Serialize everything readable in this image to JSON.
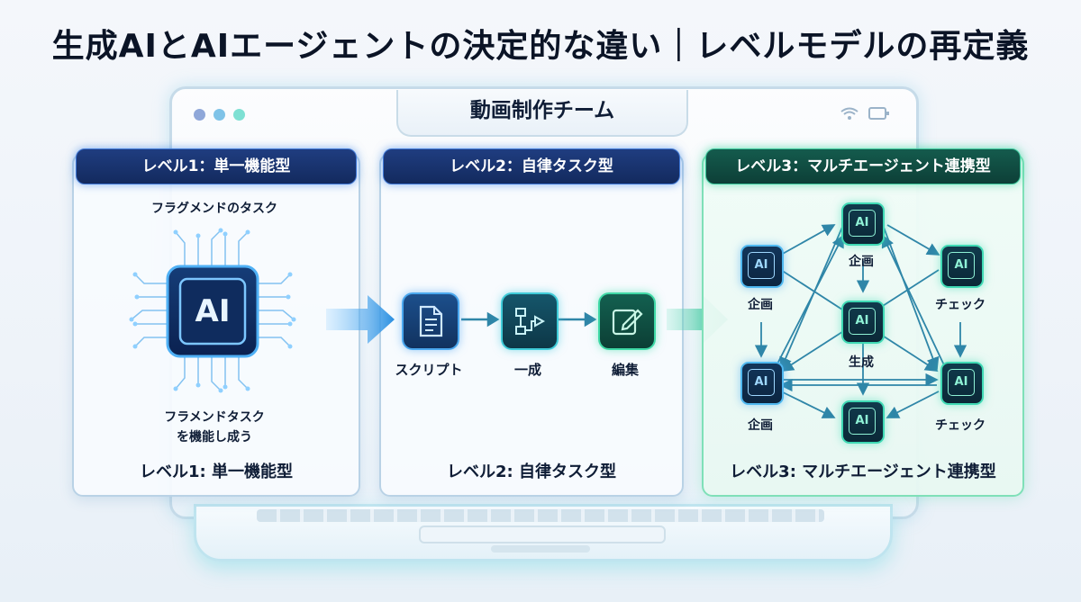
{
  "title": "生成AIとAIエージェントの決定的な違い｜レベルモデルの再定義",
  "team_label": "動画制作チーム",
  "panels": [
    {
      "header": "レベル1：単一機能型",
      "footer": "レベル1: 単一機能型",
      "top_text": "フラグメンドのタスク",
      "bottom_text_1": "フラメンドタスク",
      "bottom_text_2": "を機能し成う",
      "chip_text": "AI"
    },
    {
      "header": "レベル2：自律タスク型",
      "footer": "レベル2: 自律タスク型",
      "steps": [
        {
          "label": "スクリプト",
          "icon": "document-icon"
        },
        {
          "label": "一成",
          "icon": "flowchart-icon"
        },
        {
          "label": "編集",
          "icon": "edit-icon"
        }
      ]
    },
    {
      "header": "レベル3：マルチエージェント連携型",
      "footer": "レベル3: マルチエージェント連携型",
      "node_text": "AI",
      "node_labels": {
        "top": "企画",
        "left_upper": "企画",
        "right_upper": "チェック",
        "center": "生成",
        "left_lower": "企画",
        "right_lower": "チェック",
        "bottom": ""
      }
    }
  ],
  "colors": {
    "accent_blue": "#1f3d80",
    "accent_green": "#145b4d",
    "node_green": "#3fd9b4",
    "node_blue": "#4fb8f0",
    "arrow": "#2f86a8"
  }
}
